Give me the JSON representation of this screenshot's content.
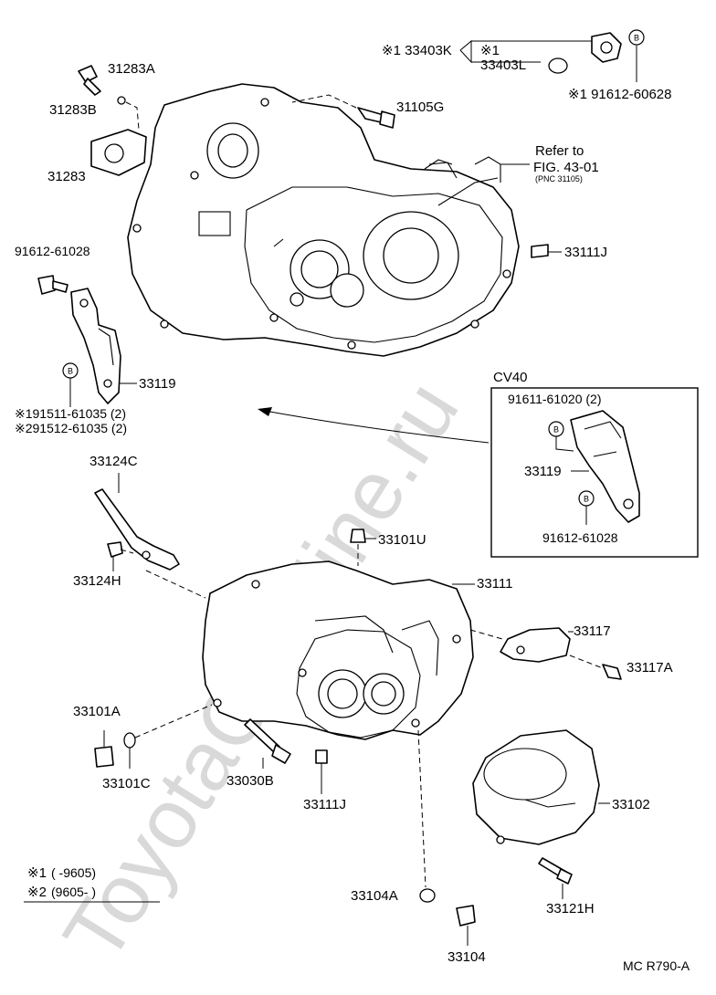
{
  "labels": {
    "p31283A": "31283A",
    "p31283B": "31283B",
    "p31283": "31283",
    "p31105G": "31105G",
    "p33403K": "※1 33403K",
    "p33403K_sub": "※1",
    "p33403L": "33403L",
    "p91612_60628": "※1 91612-60628",
    "refer_to": "Refer to",
    "fig_ref": "FIG. 43-01",
    "pnc_ref": "(PNC 31105)",
    "p33111J_top": "33111J",
    "p91612_61028_top": "91612-61028",
    "p33119": "33119",
    "p91511": "※191511-61035 (2)",
    "p91512": "※291512-61035 (2)",
    "cv40_title": "CV40",
    "p91611": "91611-61020 (2)",
    "p33119_cv40": "33119",
    "p91612_61028_cv40": "91612-61028",
    "p33124C": "33124C",
    "p33124H": "33124H",
    "p33101U": "33101U",
    "p33111": "33111",
    "p33117": "33117",
    "p33117A": "33117A",
    "p33101A": "33101A",
    "p33101C": "33101C",
    "p33030B": "33030B",
    "p33111J_bottom": "33111J",
    "p33102": "33102",
    "p33104A": "33104A",
    "p33121H": "33121H",
    "p33104": "33104",
    "b_marker": "B"
  },
  "legend": {
    "row1_mark": "※1",
    "row1_text": "(      -9605)",
    "row2_mark": "※2",
    "row2_text": "(9605-         )"
  },
  "footer_code": "MC R790-A",
  "watermark": "ToyotaCarMine.ru"
}
